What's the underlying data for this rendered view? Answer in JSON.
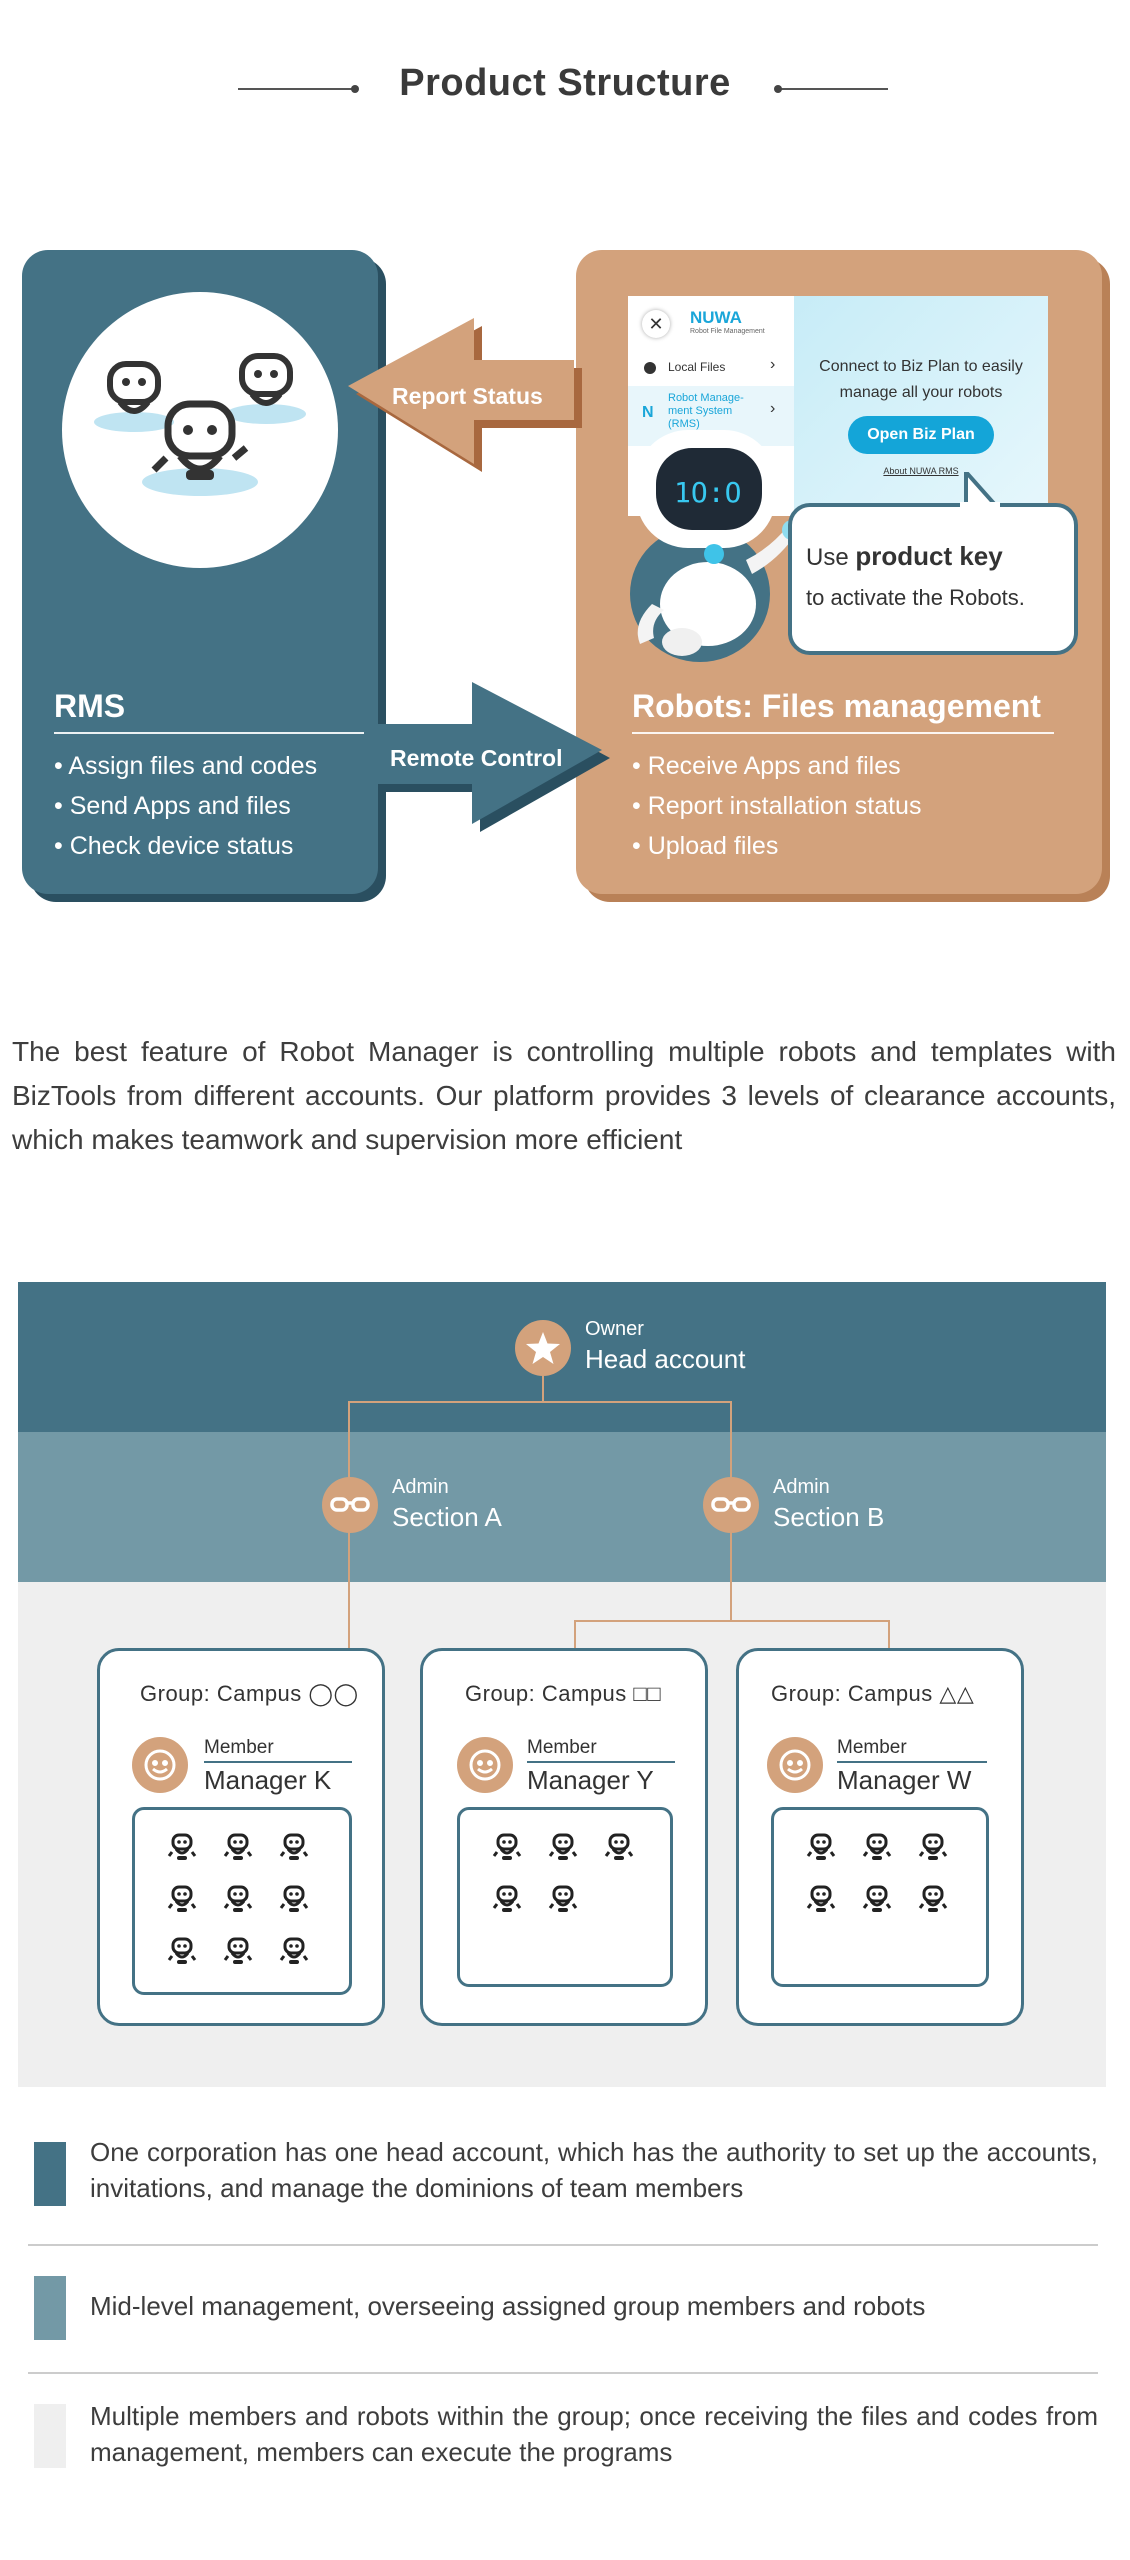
{
  "header": {
    "title": "Product Structure"
  },
  "rms": {
    "title": "RMS",
    "bullets": [
      "Assign files and codes",
      "Send Apps and files",
      "Check device status"
    ]
  },
  "robots": {
    "title": "Robots: Files management",
    "bullets": [
      "Receive Apps and files",
      "Report installation status",
      "Upload files"
    ]
  },
  "arrows": {
    "report": "Report Status",
    "remote": "Remote Control"
  },
  "screenshot": {
    "brand": "NUWA",
    "brand_sub": "Robot File Management",
    "menu_local": "Local Files",
    "menu_rms": "Robot Manage-ment System (RMS)",
    "connect_line1": "Connect to Biz Plan to easily",
    "connect_line2": "manage all your robots",
    "open_button": "Open Biz Plan",
    "about_link": "About NUWA RMS"
  },
  "bubble": {
    "use": "Use",
    "key": "product key",
    "rest": "to activate the Robots."
  },
  "paragraph": "The best feature of Robot Manager is controlling multiple robots and templates with BizTools from different accounts. Our platform provides 3 levels of clearance accounts, which makes teamwork and supervision more efficient",
  "hierarchy": {
    "owner": {
      "role": "Owner",
      "name": "Head account"
    },
    "admins": [
      {
        "role": "Admin",
        "name": "Section A"
      },
      {
        "role": "Admin",
        "name": "Section B"
      }
    ],
    "groups": [
      {
        "title": "Group: Campus ◯◯",
        "member_role": "Member",
        "member_name": "Manager K",
        "robots": 9
      },
      {
        "title": "Group: Campus □□",
        "member_role": "Member",
        "member_name": "Manager Y",
        "robots": 5
      },
      {
        "title": "Group: Campus △△",
        "member_role": "Member",
        "member_name": "Manager W",
        "robots": 6
      }
    ]
  },
  "legend": [
    {
      "color": "#447285",
      "text": "One corporation has one head account, which has the authority to set up the accounts, invitations, and manage the dominions of team members"
    },
    {
      "color": "#7399a6",
      "text": "Mid-level management, overseeing assigned group members and robots"
    },
    {
      "color": "#efefef",
      "text": "Multiple members and robots within the group; once receiving the files and codes from management, members can execute the programs"
    }
  ],
  "colors": {
    "blue": "#447285",
    "light_blue": "#7399a6",
    "tan": "#d3a27c",
    "gray": "#efefef"
  }
}
